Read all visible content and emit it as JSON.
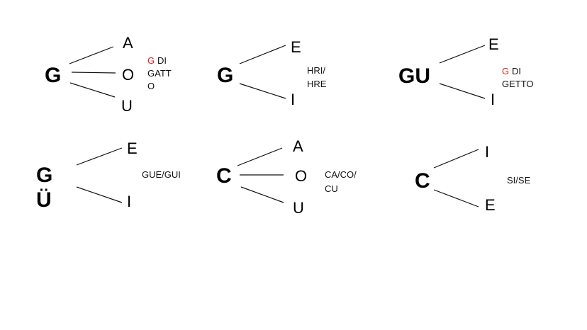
{
  "colors": {
    "highlight": "#e02020",
    "text": "#000000"
  },
  "diagrams": [
    {
      "root": "G",
      "branches": [
        "A",
        "O",
        "U"
      ],
      "note_highlight": "G",
      "note_lines": [
        "DI",
        "GATT",
        "O"
      ]
    },
    {
      "root": "G",
      "branches": [
        "E",
        "I"
      ],
      "note_lines": [
        "HRI/",
        "HRE"
      ]
    },
    {
      "root": "GU",
      "branches": [
        "E",
        "I"
      ],
      "note_highlight": "G",
      "note_lines": [
        "DI",
        "GETTO"
      ]
    },
    {
      "root_lines": [
        "G",
        "Ü"
      ],
      "branches": [
        "E",
        "I"
      ],
      "note_lines": [
        "GUE/GUI"
      ]
    },
    {
      "root": "C",
      "branches": [
        "A",
        "O",
        "U"
      ],
      "note_lines": [
        "CA/CO/",
        "CU"
      ]
    },
    {
      "root": "C",
      "branches": [
        "I",
        "E"
      ],
      "note_lines": [
        "SI/SE"
      ]
    }
  ]
}
